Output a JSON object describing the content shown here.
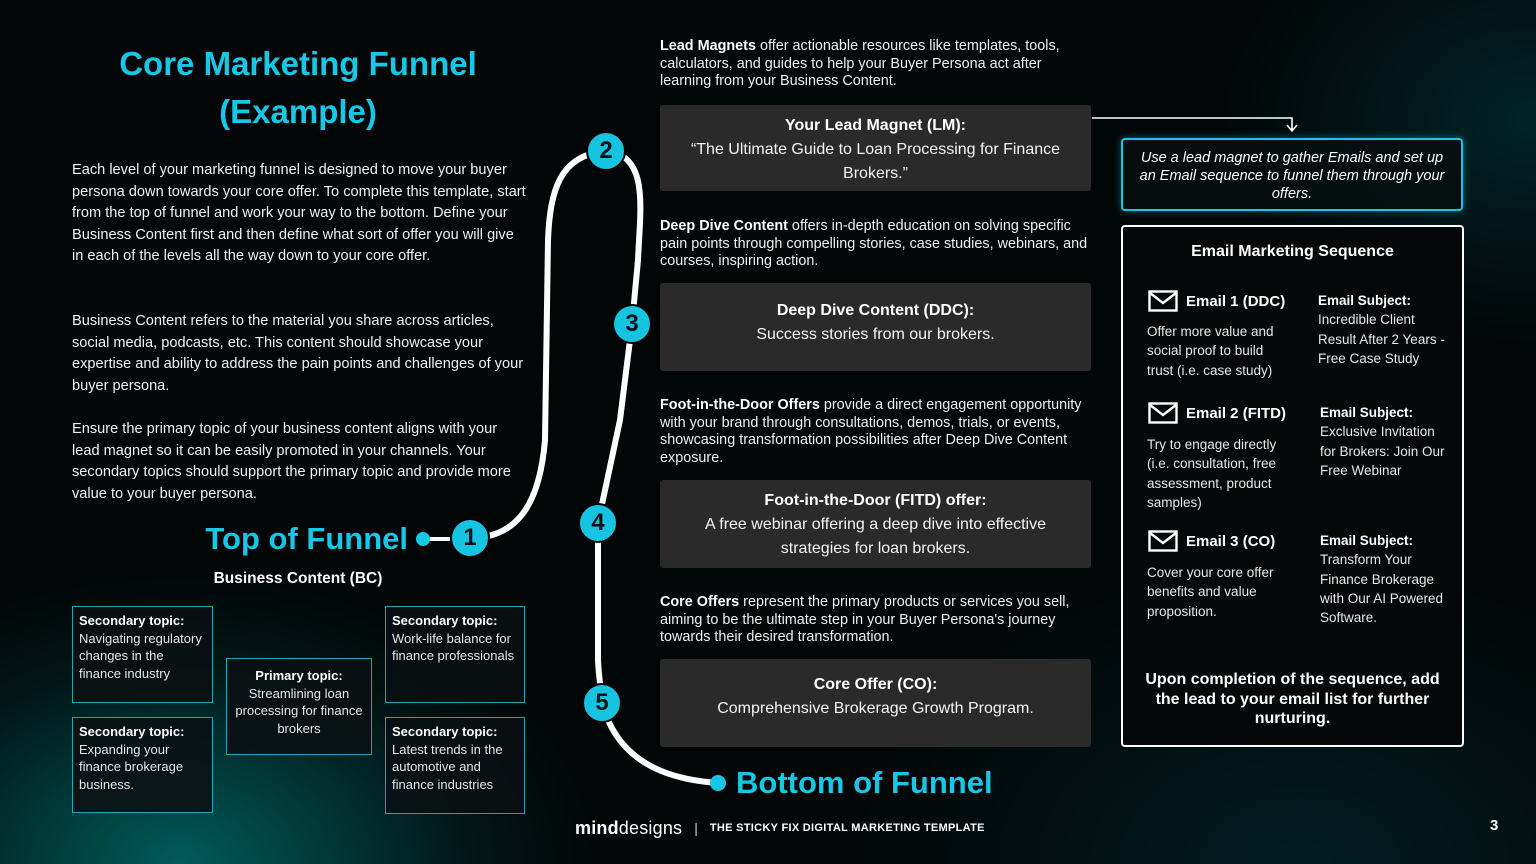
{
  "title": {
    "line1": "Core Marketing Funnel",
    "line2": "(Example)"
  },
  "intro": {
    "p1": "Each level of your marketing funnel is designed to move your buyer persona down towards your core offer. To complete this template, start from the top of funnel and work your way to the bottom. Define your Business Content first and then define what sort of offer you will give in each of the levels all the way down to your core offer.",
    "p2": "Business Content refers to the material you share across articles, social media, podcasts, etc. This content should showcase your expertise and ability to address the pain points and challenges of your buyer persona.",
    "p3": "Ensure the primary topic of your business content aligns with your lead magnet so it can be easily promoted in your channels. Your secondary topics should support the primary topic and provide more value to your buyer persona."
  },
  "top_of_funnel": "Top of Funnel",
  "bottom_of_funnel": "Bottom of Funnel",
  "business_content_title": "Business Content (BC)",
  "topics": {
    "sec1": {
      "label": "Secondary topic:",
      "text": "Navigating regulatory changes in the finance industry"
    },
    "sec2": {
      "label": "Secondary topic:",
      "text": "Expanding your finance brokerage business."
    },
    "primary": {
      "label": "Primary topic:",
      "text": "Streamlining loan processing for finance brokers"
    },
    "sec3": {
      "label": "Secondary topic:",
      "text": "Work-life balance for finance professionals"
    },
    "sec4": {
      "label": "Secondary topic:",
      "text": "Latest trends in the automotive and finance industries"
    }
  },
  "steps": [
    {
      "number": "1"
    },
    {
      "number": "2",
      "intro_bold": "Lead Magnets",
      "intro_rest": " offer actionable resources like templates, tools, calculators, and guides to help your Buyer Persona act after learning from your Business Content.",
      "box_title": "Your Lead Magnet (LM):",
      "box_text": "“The Ultimate Guide to Loan Processing for Finance Brokers.”"
    },
    {
      "number": "3",
      "intro_bold": "Deep Dive Content",
      "intro_rest": " offers in-depth education on solving specific pain points through compelling stories, case studies, webinars, and courses, inspiring action.",
      "box_title": "Deep Dive Content (DDC):",
      "box_text": "Success stories from our brokers."
    },
    {
      "number": "4",
      "intro_bold": "Foot-in-the-Door Offers",
      "intro_rest": " provide a direct engagement opportunity with your brand through consultations, demos, trials, or events, showcasing transformation possibilities after Deep Dive Content exposure.",
      "box_title": "Foot-in-the-Door (FITD) offer:",
      "box_text": "A free webinar offering a deep dive into effective strategies for loan brokers."
    },
    {
      "number": "5",
      "intro_bold": "Core Offers",
      "intro_rest": " represent the primary products or services you sell, aiming to be the ultimate step in your Buyer Persona's journey towards their desired transformation.",
      "box_title": "Core Offer (CO):",
      "box_text": "Comprehensive Brokerage Growth Program."
    }
  ],
  "callout": "Use a lead magnet to gather Emails and set up an Email sequence to funnel them through your offers.",
  "email_sequence": {
    "title": "Email Marketing Sequence",
    "emails": [
      {
        "label": "Email 1 (DDC)",
        "desc": "Offer more value and social proof to build trust (i.e. case study)",
        "subject_label": "Email Subject:",
        "subject": "Incredible Client Result After 2 Years - Free Case Study"
      },
      {
        "label": "Email 2 (FITD)",
        "desc": "Try to engage directly (i.e. consultation, free assessment, product samples)",
        "subject_label": "Email Subject:",
        "subject": "Exclusive Invitation for Brokers: Join Our Free Webinar"
      },
      {
        "label": "Email 3 (CO)",
        "desc": "Cover your core offer benefits and value proposition.",
        "subject_label": "Email Subject:",
        "subject": "Transform Your Finance Brokerage with Our AI Powered Software."
      }
    ],
    "footer": "Upon completion of the sequence, add the lead to your email list for further nurturing."
  },
  "footer": {
    "brand_bold": "mind",
    "brand_rest": "designs",
    "separator": "|",
    "text": "THE STICKY FIX DIGITAL MARKETING TEMPLATE",
    "page": "3"
  },
  "colors": {
    "accent": "#18c6e6",
    "box": "#2a2a2a",
    "topic_border": "#1aa8b4"
  },
  "icons": {
    "email": "envelope-icon"
  }
}
